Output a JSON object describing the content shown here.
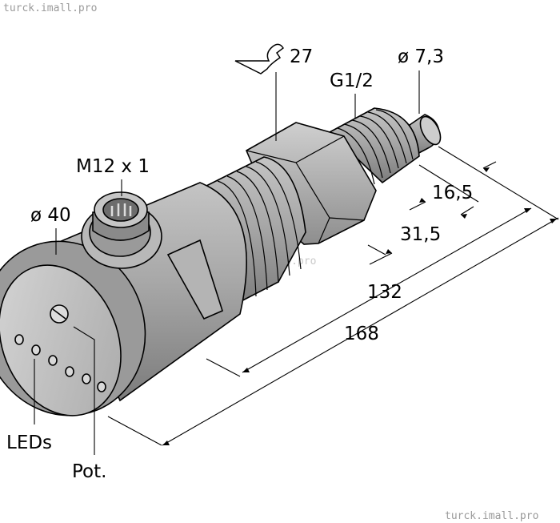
{
  "watermark": {
    "top_left": "turck.imall.pro",
    "middle": "turck.imall.pro",
    "bottom_right": "turck.imall.pro"
  },
  "labels": {
    "wrench_size": "27",
    "thread": "G1/2",
    "probe_diameter": "ø 7,3",
    "connector": "M12 x 1",
    "housing_diameter": "ø 40",
    "dim_16_5": "16,5",
    "dim_31_5": "31,5",
    "dim_132": "132",
    "dim_168": "168",
    "leds": "LEDs",
    "pot": "Pot."
  },
  "icons": {
    "wrench": "wrench-icon"
  },
  "colors": {
    "body_gray": "#a6a6a6",
    "face_gray": "#c2c2c2",
    "dark_gray": "#7e7e7e",
    "line": "#000000"
  }
}
